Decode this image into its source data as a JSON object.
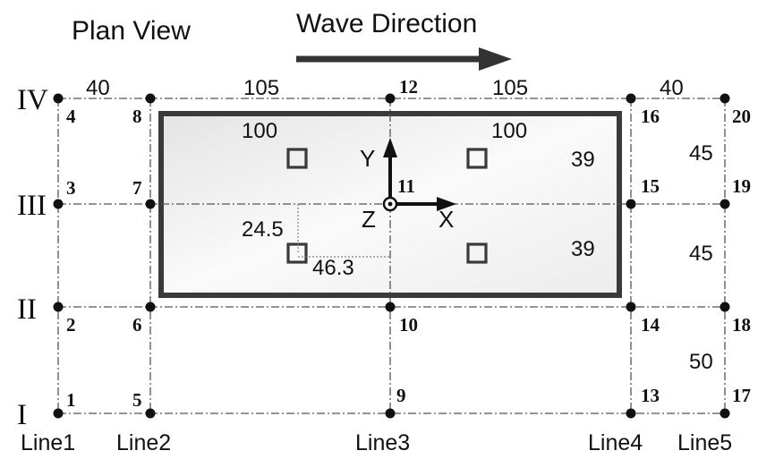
{
  "header": {
    "plan_view": "Plan View",
    "wave_direction": "Wave Direction"
  },
  "lines": [
    "Line1",
    "Line2",
    "Line3",
    "Line4",
    "Line5"
  ],
  "rows": [
    "I",
    "II",
    "III",
    "IV"
  ],
  "nodes": [
    "1",
    "2",
    "3",
    "4",
    "5",
    "6",
    "7",
    "8",
    "9",
    "10",
    "11",
    "12",
    "13",
    "14",
    "15",
    "16",
    "17",
    "18",
    "19",
    "20"
  ],
  "spacing": {
    "top": [
      "40",
      "105",
      "105",
      "40"
    ],
    "right": [
      "45",
      "45",
      "50"
    ]
  },
  "platform": {
    "dim_top_left": "100",
    "dim_top_right": "100",
    "dim_right_upper": "39",
    "dim_right_lower": "39",
    "offset_y": "24.5",
    "offset_x": "46.3"
  },
  "axes": {
    "x": "X",
    "y": "Y",
    "z": "Z"
  },
  "colors": {
    "ink": "#111111",
    "platform_fill": "#f0f0f0",
    "grid_line": "#555555"
  }
}
